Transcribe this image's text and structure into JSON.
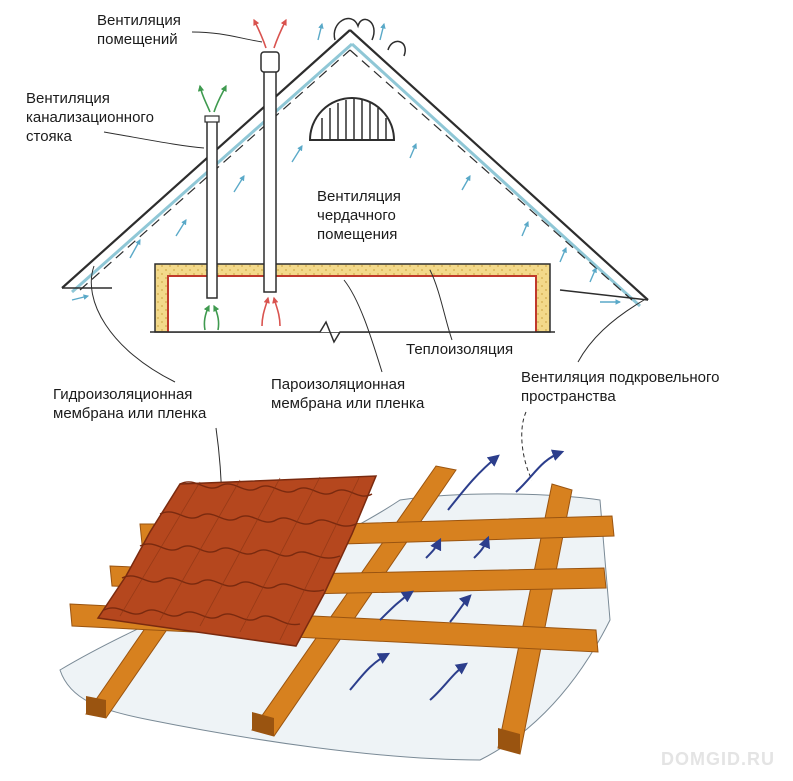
{
  "labels": {
    "room_vent": [
      "Вентиляция",
      "помещений"
    ],
    "sewer_vent": [
      "Вентиляция",
      "канализационного",
      "стояка"
    ],
    "attic_vent": [
      "Вентиляция",
      "чердачного",
      "помещения"
    ],
    "insulation": "Теплоизоляция",
    "waterproof": [
      "Гидроизоляционная",
      "мембрана или пленка"
    ],
    "vapor": [
      "Пароизоляционная",
      "мембрана или пленка"
    ],
    "underroof_vent": [
      "Вентиляция подкровельного",
      "пространства"
    ]
  },
  "watermark": "DOMGID.RU",
  "colors": {
    "outline": "#2d2d2d",
    "insulation": "#f3d98a",
    "vapor_line": "#c0392b",
    "membrane_line": "#8fc7d6",
    "arrow_blue": "#2c3e8c",
    "arrow_green": "#3f9a4f",
    "arrow_red": "#d9534f",
    "tile": "#b5471e",
    "tile_dark": "#7a2a0f",
    "batten": "#d7811f",
    "batten_dark": "#9a5410",
    "film": "#eef3f6"
  }
}
